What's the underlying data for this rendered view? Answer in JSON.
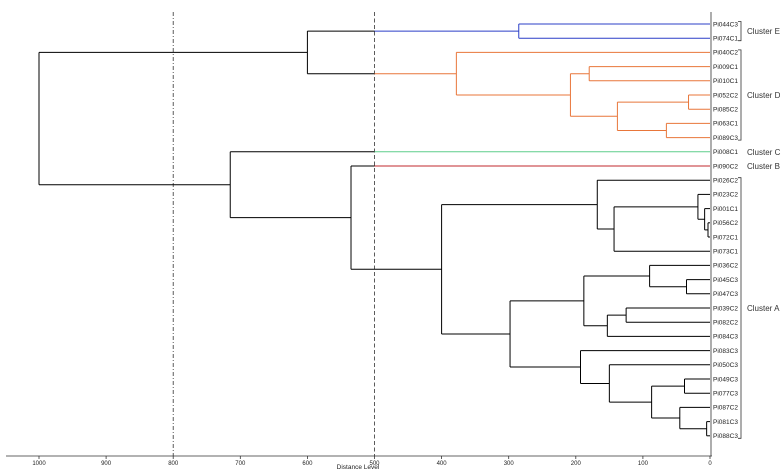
{
  "chart_data": {
    "type": "dendrogram",
    "xlabel": "Distance Level",
    "xlim": [
      1000,
      0
    ],
    "xticks": [
      1000,
      900,
      800,
      700,
      600,
      500,
      400,
      300,
      200,
      100,
      0
    ],
    "cut_lines": [
      {
        "value": 800,
        "style": "dash-dot"
      },
      {
        "value": 500,
        "style": "dashed"
      }
    ],
    "leaves": [
      "Pi044C3",
      "Pi074C1",
      "Pi040C2",
      "Pi009C1",
      "Pi010C1",
      "Pi052C2",
      "Pi085C2",
      "Pi063C1",
      "Pi089C3",
      "Pi008C1",
      "Pi090C2",
      "Pi026C2",
      "Pi023C2",
      "Pi001C1",
      "Pi056C2",
      "Pi072C1",
      "Pi073C1",
      "Pi036C2",
      "Pi045C3",
      "Pi047C3",
      "Pi039C2",
      "Pi082C2",
      "Pi084C3",
      "Pi083C3",
      "Pi050C3",
      "Pi049C3",
      "Pi077C3",
      "Pi087C2",
      "Pi081C3",
      "Pi088C3"
    ],
    "clusters": [
      {
        "name": "Cluster E",
        "first": 0,
        "last": 1,
        "color": "#2b3fc7"
      },
      {
        "name": "Cluster D",
        "first": 2,
        "last": 8,
        "color": "#e8763a"
      },
      {
        "name": "Cluster C",
        "first": 9,
        "last": 9,
        "color": "#5fce8c"
      },
      {
        "name": "Cluster B",
        "first": 10,
        "last": 10,
        "color": "#c0282d"
      },
      {
        "name": "Cluster A",
        "first": 11,
        "last": 29,
        "color": "#000000"
      }
    ],
    "merges": [
      {
        "a": "L0",
        "b": "L1",
        "h": 285,
        "c": "#2b3fc7"
      },
      {
        "a": "L7",
        "b": "L8",
        "h": 65,
        "c": "#e8763a"
      },
      {
        "a": "L5",
        "b": "L6",
        "h": 32,
        "c": "#e8763a"
      },
      {
        "a": "M2",
        "b": "M1",
        "h": 138,
        "c": "#e8763a"
      },
      {
        "a": "L3",
        "b": "L4",
        "h": 180,
        "c": "#e8763a"
      },
      {
        "a": "M4",
        "b": "M3",
        "h": 208,
        "c": "#e8763a"
      },
      {
        "a": "L2",
        "b": "M5",
        "h": 378,
        "c": "#e8763a"
      },
      {
        "a": "M0",
        "b": "M6",
        "h": 600,
        "c": "#000000",
        "ca": "#2b3fc7",
        "cb": "#e8763a",
        "split": 500
      },
      {
        "a": "L14",
        "b": "L15",
        "h": 3,
        "c": "#000000"
      },
      {
        "a": "L13",
        "b": "M8",
        "h": 8,
        "c": "#000000"
      },
      {
        "a": "L12",
        "b": "M9",
        "h": 18,
        "c": "#000000"
      },
      {
        "a": "M10",
        "b": "L16",
        "h": 143,
        "c": "#000000"
      },
      {
        "a": "L11",
        "b": "M11",
        "h": 168,
        "c": "#000000"
      },
      {
        "a": "L18",
        "b": "L19",
        "h": 35,
        "c": "#000000"
      },
      {
        "a": "L17",
        "b": "M13",
        "h": 90,
        "c": "#000000"
      },
      {
        "a": "L20",
        "b": "L21",
        "h": 125,
        "c": "#000000"
      },
      {
        "a": "M15",
        "b": "L22",
        "h": 153,
        "c": "#000000"
      },
      {
        "a": "M14",
        "b": "M16",
        "h": 188,
        "c": "#000000"
      },
      {
        "a": "L25",
        "b": "L26",
        "h": 38,
        "c": "#000000"
      },
      {
        "a": "L28",
        "b": "L29",
        "h": 5,
        "c": "#000000"
      },
      {
        "a": "L27",
        "b": "M19",
        "h": 45,
        "c": "#000000"
      },
      {
        "a": "M18",
        "b": "M20",
        "h": 87,
        "c": "#000000"
      },
      {
        "a": "L24",
        "b": "M21",
        "h": 150,
        "c": "#000000"
      },
      {
        "a": "L23",
        "b": "M22",
        "h": 193,
        "c": "#000000"
      },
      {
        "a": "M17",
        "b": "M23",
        "h": 298,
        "c": "#000000"
      },
      {
        "a": "M12",
        "b": "M24",
        "h": 400,
        "c": "#000000"
      },
      {
        "a": "L10",
        "b": "M25",
        "h": 535,
        "c": "#000000",
        "ca": "#c0282d",
        "split": 500
      },
      {
        "a": "L9",
        "b": "M26",
        "h": 715,
        "c": "#000000",
        "ca": "#5fce8c",
        "split": 500
      },
      {
        "a": "M7",
        "b": "M27",
        "h": 1000,
        "c": "#000000"
      }
    ]
  }
}
